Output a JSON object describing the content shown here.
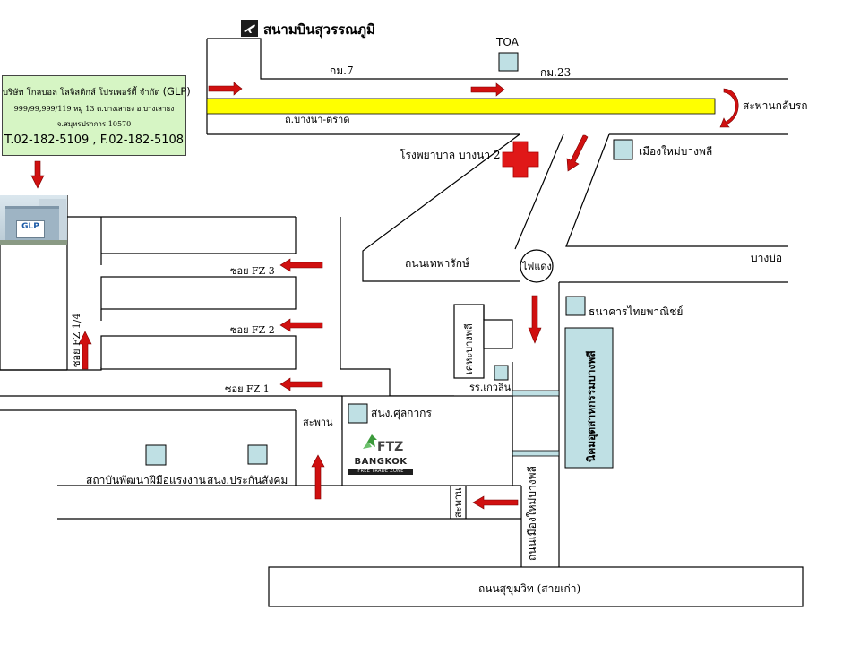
{
  "airport": {
    "label": "สนามบินสุวรรณภูมิ",
    "icon": "airplane-icon"
  },
  "roads": {
    "km7": "กม.7",
    "km23": "กม.23",
    "bangna_trad": "ถ.บางนา-ตราด",
    "u_turn_bridge": "สะพานกลับรถ",
    "theparak": "ถนนเทพารักษ์",
    "bang_bo": "บางบ่อ",
    "sukhumvit_old": "ถนนสุขุมวิท (สายเก่า)",
    "mueang_mai_bangphli_rd": "ถนนเมืองใหม่บางพลี",
    "soi_fz3": "ซอย FZ 3",
    "soi_fz2": "ซอย FZ 2",
    "soi_fz1": "ซอย FZ 1",
    "soi_fz14": "ซอย FZ 1/4",
    "bridge_1": "สะพาน",
    "bridge_2": "สะพาน",
    "khlong_bang_phli": "เคหะบางพลี"
  },
  "landmarks": {
    "toa": "TOA",
    "hospital": "โรงพยาบาล บางนา 2",
    "mueang_mai_bangphli": "เมืองใหม่บางพลี",
    "traffic_light": "ไฟแดง",
    "siam_commercial_bank": "ธนาคารไทยพาณิชย์",
    "industrial_estate": "นิคมอุตสาหกรรมบางพลี",
    "school": "รร.เกวลิน",
    "customs_office": "สนง.ศุลกากร",
    "skill_institute": "สถาบันพัฒนาฝีมือแรงงาน",
    "social_security": "สนง.ประกันสังคม"
  },
  "company": {
    "name": "บริษัท โกลบอล โลจิสติกส์ โปรเพอร์ตี้ จำกัด",
    "abbr": "(GLP)",
    "address1": "999/99,999/119 หมู่ 13 ต.บางเสาธง อ.บางเสาธง",
    "address2": "จ.สมุทรปราการ 10570",
    "phones": "T.02-182-5109 , F.02-182-5108",
    "photo_sign": "GLP"
  },
  "bftz": {
    "name": "BANGKOK",
    "sub": "FREE TRADE ZONE",
    "logo_text": "FTZ"
  },
  "colors": {
    "highway_strip": "#ffff00",
    "arrow": "#d01010",
    "building": "#bfe0e4",
    "company_box": "#d6f5c4",
    "hospital_cross": "#e01818"
  }
}
